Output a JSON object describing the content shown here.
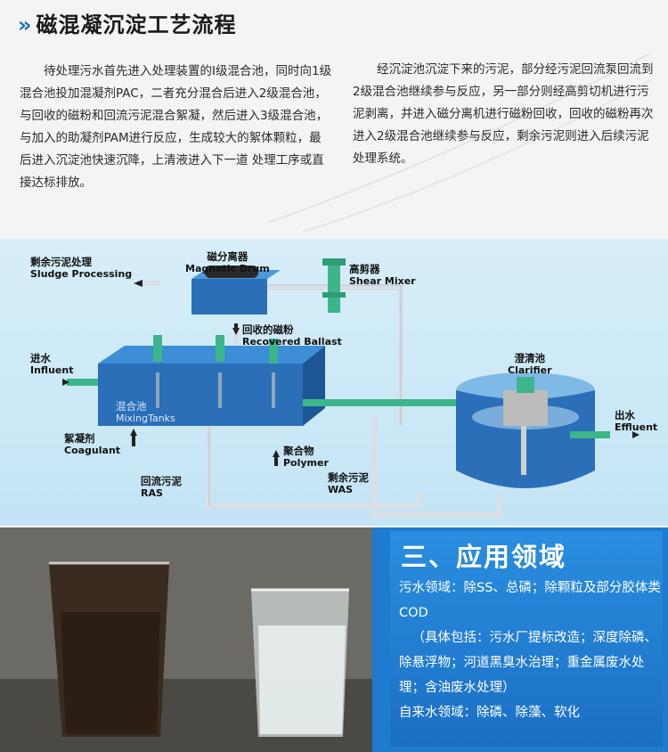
{
  "title": "磁混凝沉淀工艺流程",
  "paragraph_left": "待处理污水首先进入处理装置的Ⅰ级混合池，同时向1级混合池投加混凝剂PAC，二者充分混合后进入2级混合池，与回收的磁粉和回流污泥混合絮凝，然后进入3级混合池，与加入的助凝剂PAM进行反应，生成较大的絮体颗粒，最后进入沉淀池快速沉降，上清液进入下一道 处理工序或直接达标排放。",
  "paragraph_right": "经沉淀池沉淀下来的污泥，部分经污泥回流泵回流到2级混合池继续参与反应，另一部分则经高剪切机进行污泥剥离，并进入磁分离机进行磁粉回收，回收的磁粉再次进入2级混合池继续参与反应，剩余污泥则进入后续污泥处理系统。",
  "diagram": {
    "sludge_processing_cn": "剩余污泥处理",
    "sludge_processing_en": "Sludge Processing",
    "magnetic_drum_cn": "磁分离器",
    "magnetic_drum_en": "Magnetic Drum",
    "shear_mixer_cn": "高剪器",
    "shear_mixer_en": "Shear Mixer",
    "recovered_ballast_cn": "回收的磁粉",
    "recovered_ballast_en": "Recovered Ballast",
    "influent_cn": "进水",
    "influent_en": "Influent",
    "mixing_tanks_cn": "混合池",
    "mixing_tanks_en": "MixingTanks",
    "clarifier_cn": "澄清池",
    "clarifier_en": "Clarifier",
    "effluent_cn": "出水",
    "effluent_en": "Effluent",
    "coagulant_cn": "絮凝剂",
    "coagulant_en": "Coagulant",
    "polymer_cn": "聚合物",
    "polymer_en": "Polymer",
    "ras_cn": "回流污泥",
    "ras_en": "RAS",
    "was_cn": "剩余污泥",
    "was_en": "WAS"
  },
  "application": {
    "heading": "三、应用领域",
    "line1": "污水领域：除SS、总磷；除颗粒及部分胶体类COD",
    "line2": "（具体包括：污水厂提标改造；深度除磷、除悬浮物；河道黑臭水治理；重金属废水处理；含油废水处理）",
    "line3": "自来水领域：除磷、除藻、软化"
  },
  "colors": {
    "accent_blue": "#1f7bd0",
    "tank_blue": "#2b6fb8",
    "pipe_green": "#3db58a"
  }
}
